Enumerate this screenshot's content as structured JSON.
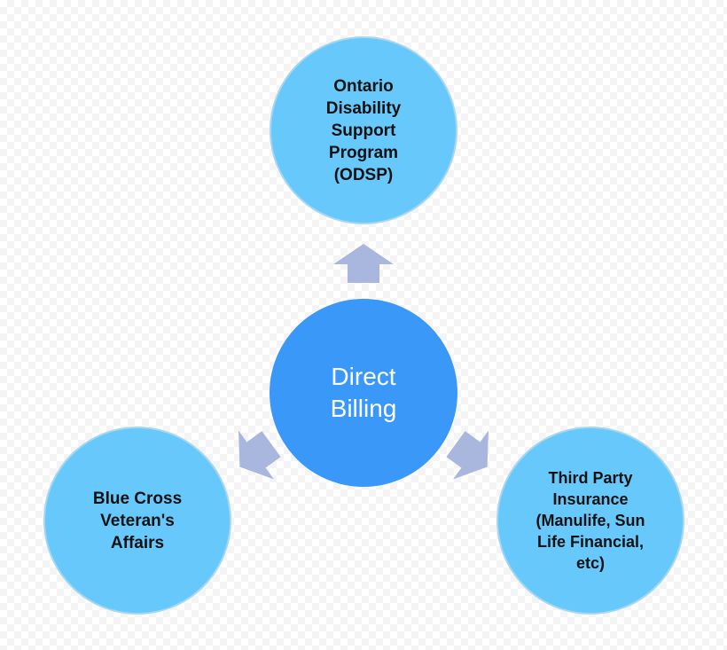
{
  "diagram": {
    "center": {
      "label": "Direct\nBilling"
    },
    "targets": [
      {
        "id": "odsp",
        "label": "Ontario\nDisability\nSupport\nProgram\n(ODSP)"
      },
      {
        "id": "bluecross",
        "label": "Blue Cross\nVeteran's\nAffairs"
      },
      {
        "id": "thirdparty",
        "label": "Third Party\nInsurance\n(Manulife, Sun\nLife Financial,\netc)"
      }
    ],
    "colors": {
      "center_fill": "#3a98f8",
      "node_fill": "#67c8fb",
      "node_border": "#a7d7ee",
      "arrow_fill": "#a9b7de"
    }
  }
}
